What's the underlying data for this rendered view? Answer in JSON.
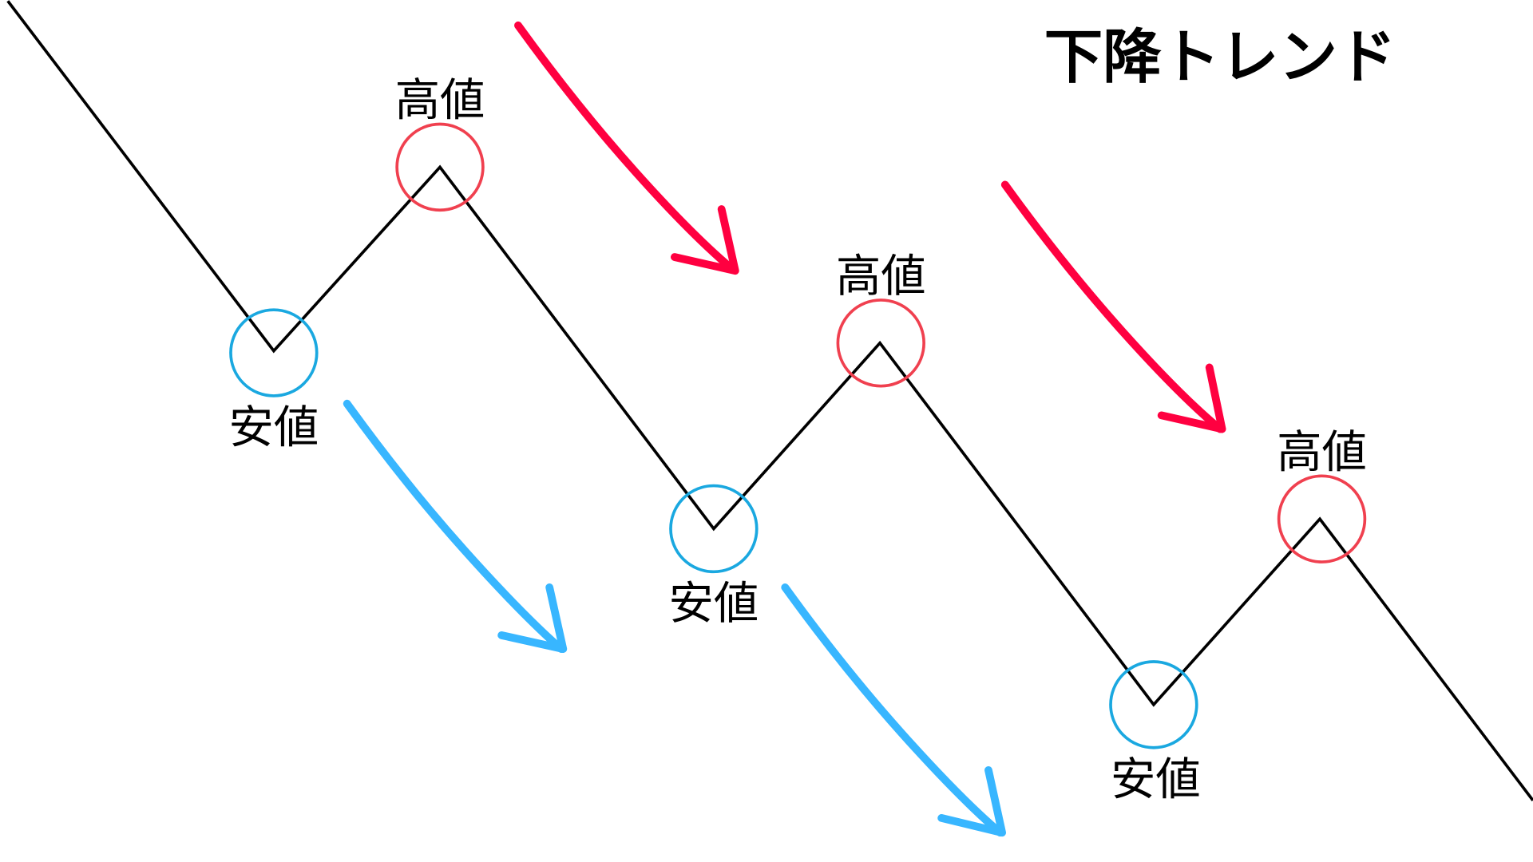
{
  "title": "下降トレンド",
  "labels": {
    "high": "高値",
    "low": "安値",
    "highs": [
      "高値",
      "高値",
      "高値"
    ],
    "lows": [
      "安値",
      "安値",
      "安値"
    ]
  },
  "colors": {
    "line": "#000000",
    "high_circle": "#f0404f",
    "low_circle": "#1aa8e0",
    "high_arrow": "#ff0040",
    "low_arrow": "#38b6ff"
  }
}
